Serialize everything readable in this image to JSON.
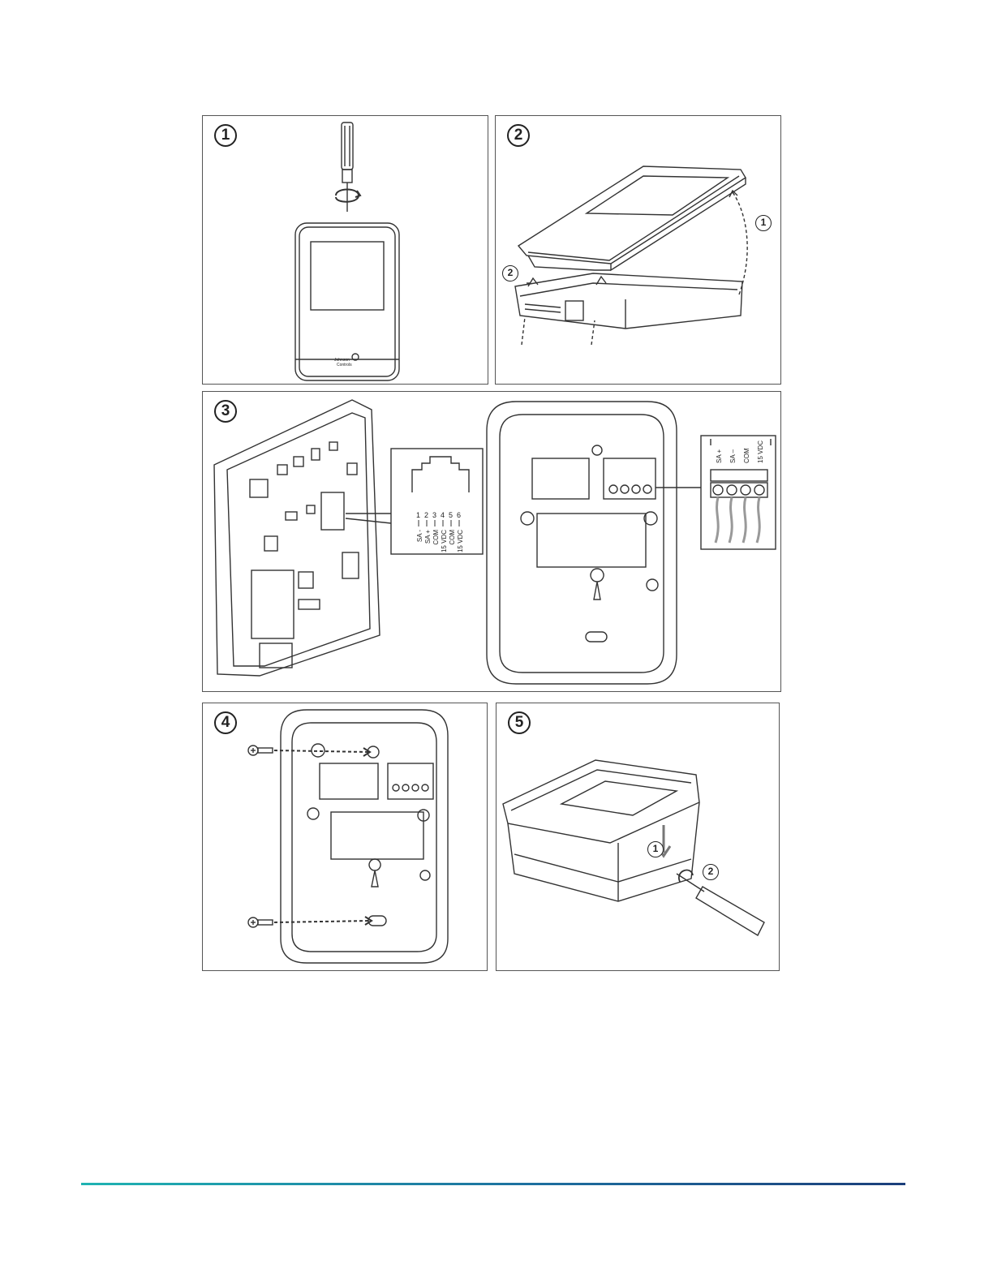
{
  "steps": [
    {
      "number": "1"
    },
    {
      "number": "2",
      "callouts": [
        "1",
        "2"
      ]
    },
    {
      "number": "3"
    },
    {
      "number": "4"
    },
    {
      "number": "5",
      "callouts": [
        "1",
        "2"
      ]
    }
  ],
  "step1": {
    "logo_line1": "Johnson",
    "logo_line2": "Controls"
  },
  "step3": {
    "rj12_pin_numbers": [
      "1",
      "2",
      "3",
      "4",
      "5",
      "6"
    ],
    "rj12_pin_labels": [
      "SA -",
      "SA +",
      "COM",
      "15 VDC",
      "COM",
      "15 VDC"
    ],
    "terminal_labels": [
      "SA +",
      "SA –",
      "COM",
      "15 VDC"
    ]
  },
  "colors": {
    "footer_gradient_start": "#1fb3b2",
    "footer_gradient_end": "#1b3e7a",
    "line": "#333333"
  }
}
